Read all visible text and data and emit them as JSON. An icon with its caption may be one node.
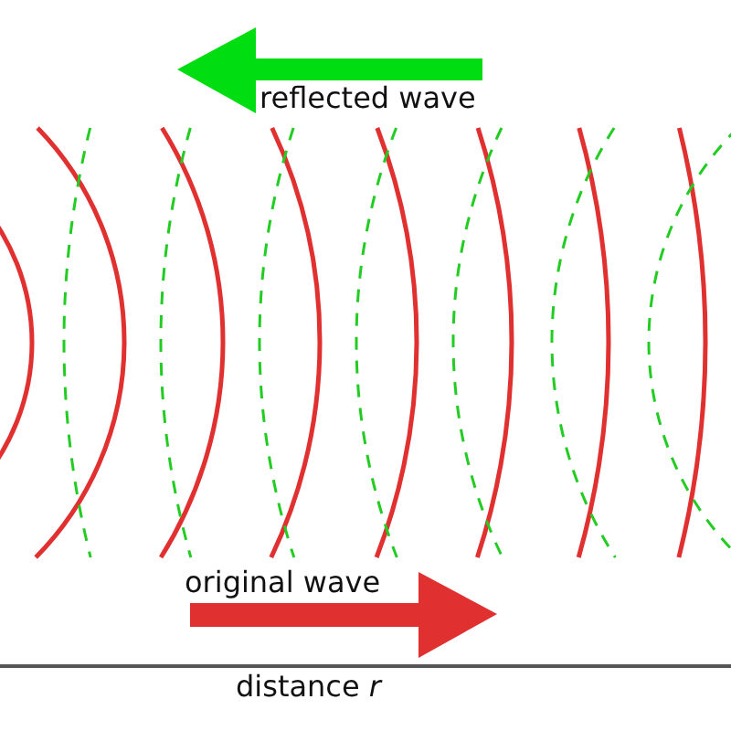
{
  "diagram": {
    "labels": [
      "reflected wave",
      "original wave",
      "distance *r*"
    ]
  }
}
